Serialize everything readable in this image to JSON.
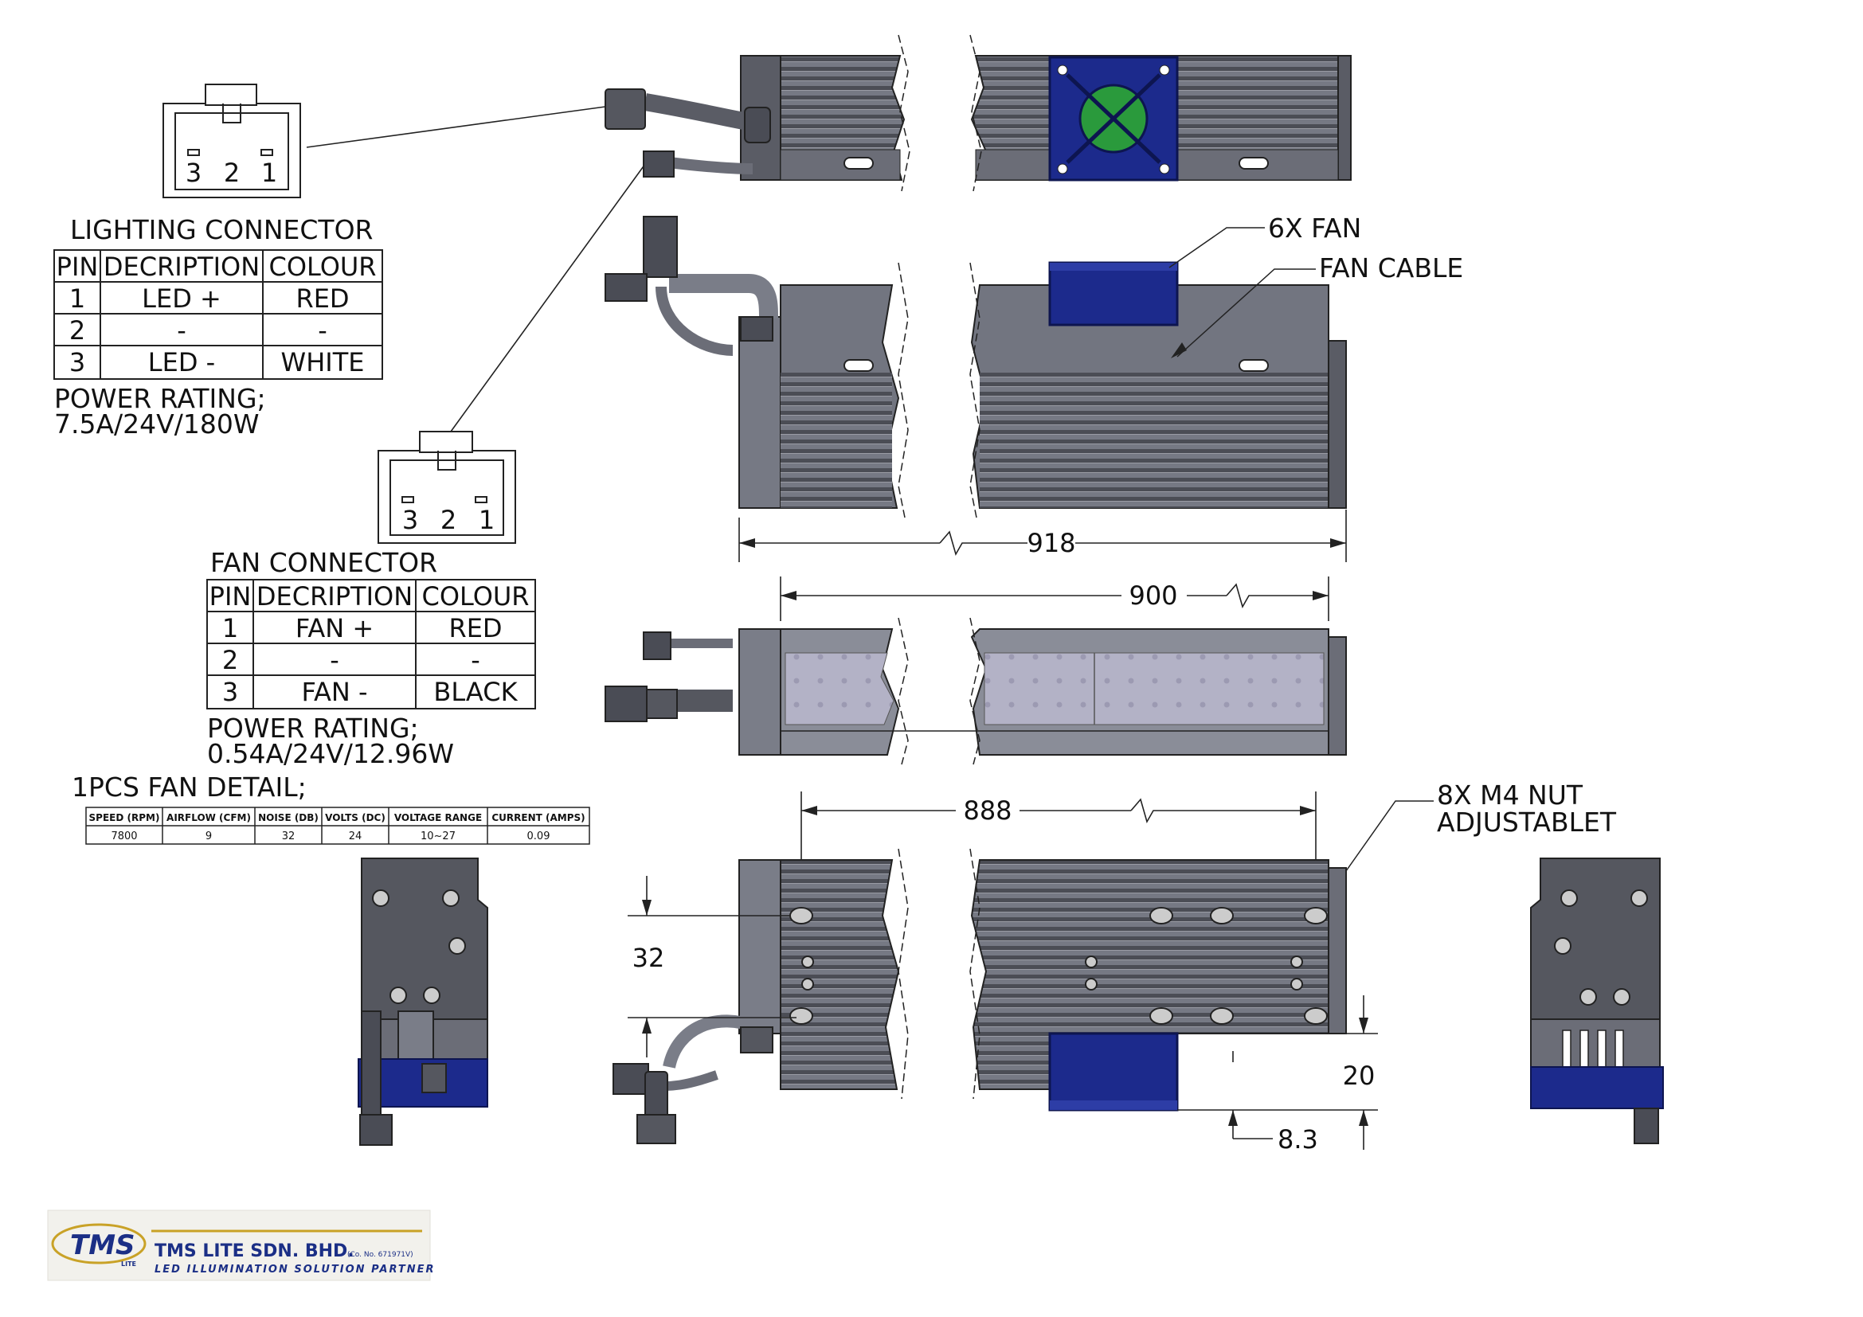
{
  "lighting_connector": {
    "pins": [
      "3",
      "2",
      "1"
    ],
    "title": "LIGHTING CONNECTOR",
    "headers": [
      "PIN",
      "DECRIPTION",
      "COLOUR"
    ],
    "rows": [
      [
        "1",
        "LED +",
        "RED"
      ],
      [
        "2",
        "-",
        "-"
      ],
      [
        "3",
        "LED -",
        "WHITE"
      ]
    ],
    "power_label": "POWER RATING;",
    "power_value": "7.5A/24V/180W"
  },
  "fan_connector": {
    "pins": [
      "3",
      "2",
      "1"
    ],
    "title": "FAN CONNECTOR",
    "headers": [
      "PIN",
      "DECRIPTION",
      "COLOUR"
    ],
    "rows": [
      [
        "1",
        "FAN +",
        "RED"
      ],
      [
        "2",
        "-",
        "-"
      ],
      [
        "3",
        "FAN -",
        "BLACK"
      ]
    ],
    "power_label": "POWER RATING;",
    "power_value": "0.54A/24V/12.96W"
  },
  "fan_detail": {
    "title": "1PCS FAN DETAIL;",
    "headers": [
      "SPEED (RPM)",
      "AIRFLOW (CFM)",
      "NOISE (DB)",
      "VOLTS (DC)",
      "VOLTAGE RANGE",
      "CURRENT (AMPS)"
    ],
    "values": [
      "7800",
      "9",
      "32",
      "24",
      "10~27",
      "0.09"
    ]
  },
  "callouts": {
    "fan": "6X FAN",
    "fan_cable": "FAN CABLE",
    "nut_line1": "8X M4 NUT",
    "nut_line2": "ADJUSTABLET"
  },
  "dimensions": {
    "d918": "918",
    "d900": "900",
    "d888": "888",
    "d32": "32",
    "d20": "20",
    "d8_3": "8.3"
  },
  "logo": {
    "mark": "TMS",
    "mark_sub": "LITE",
    "company": "TMS LITE SDN. BHD.",
    "reg": "(Co. No. 671971V)",
    "tagline": "LED ILLUMINATION SOLUTION PARTNER"
  },
  "colors": {
    "body": "#6e717c",
    "body_dark": "#4e5059",
    "fan_blue": "#1c2a8c",
    "fan_green": "#2a9a3c",
    "led_panel": "#b0b0c4",
    "logo_blue": "#1b2f86",
    "logo_gold": "#c9a227"
  }
}
